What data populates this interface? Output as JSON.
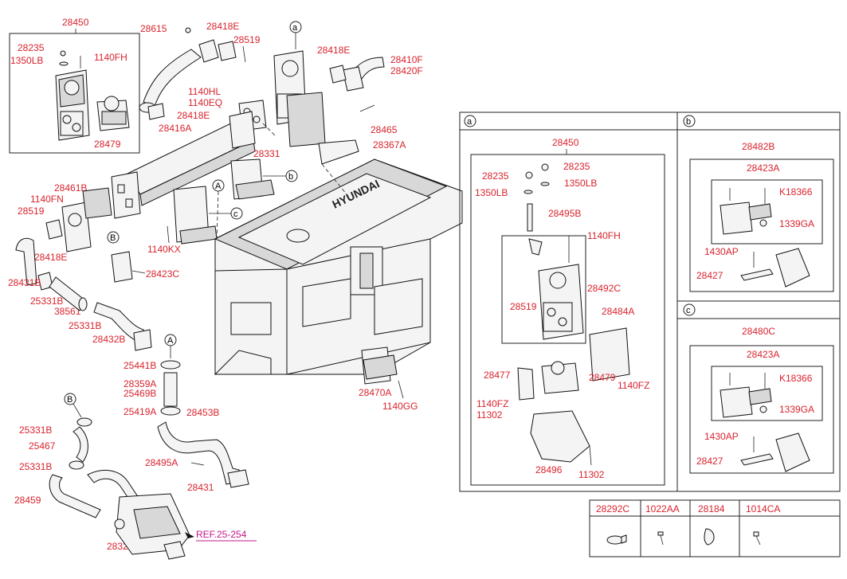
{
  "labels": {
    "l28450": "28450",
    "l28235": "28235",
    "l1350LB": "1350LB",
    "l1140FH": "1140FH",
    "l28479": "28479",
    "l28615": "28615",
    "l28418E_a": "28418E",
    "l28519_a": "28519",
    "l28418E_b": "28418E",
    "l28410F": "28410F",
    "l28420F": "28420F",
    "l1140HL": "1140HL",
    "l1140EQ": "1140EQ",
    "l28418E_c": "28418E",
    "l28416A": "28416A",
    "l28465": "28465",
    "l28331": "28331",
    "l28367A": "28367A",
    "l28461B": "28461B",
    "l1140FN": "1140FN",
    "l28519_b": "28519",
    "l28418E_d": "28418E",
    "l28423C": "28423C",
    "l1140KX": "1140KX",
    "l28431B": "28431B",
    "l25331B_a": "25331B",
    "l38561": "38561",
    "l25331B_b": "25331B",
    "l28432B": "28432B",
    "l25441B": "25441B",
    "l28359A": "28359A",
    "l25469B": "25469B",
    "l25419A": "25419A",
    "l28453B": "28453B",
    "l28470A": "28470A",
    "l1140GG": "1140GG",
    "l25331B_c": "25331B",
    "l25467": "25467",
    "l25331B_d": "25331B",
    "l28495A": "28495A",
    "l28431": "28431",
    "l28459": "28459",
    "l28326A": "28326A",
    "lREF": "REF.25-254"
  },
  "circles": {
    "a": "a",
    "A1": "A",
    "B1": "B",
    "b": "b",
    "c": "c",
    "A2": "A",
    "B2": "B"
  },
  "panel_a": {
    "header": "a",
    "l28450": "28450",
    "l28235a": "28235",
    "l28235b": "28235",
    "l1350LBa": "1350LB",
    "l1350LBb": "1350LB",
    "l28495B": "28495B",
    "l1140FH": "1140FH",
    "l28492C": "28492C",
    "l28519": "28519",
    "l28484A": "28484A",
    "l28477": "28477",
    "l28479": "28479",
    "l1140FZa": "1140FZ",
    "l1140FZb": "1140FZ",
    "l11302a": "11302",
    "l28496": "28496",
    "l11302b": "11302"
  },
  "panel_b": {
    "header": "b",
    "l28482B": "28482B",
    "l28423A": "28423A",
    "lK18366": "K18366",
    "l1339GA": "1339GA",
    "l1430AP": "1430AP",
    "l28427": "28427"
  },
  "panel_c": {
    "header": "c",
    "l28480C": "28480C",
    "l28423A": "28423A",
    "lK18366": "K18366",
    "l1339GA": "1339GA",
    "l1430AP": "1430AP",
    "l28427": "28427"
  },
  "bottom_table": {
    "headers": [
      "28292C",
      "1022AA",
      "28184",
      "1014CA"
    ]
  },
  "engine_brand": "HYUNDAI"
}
